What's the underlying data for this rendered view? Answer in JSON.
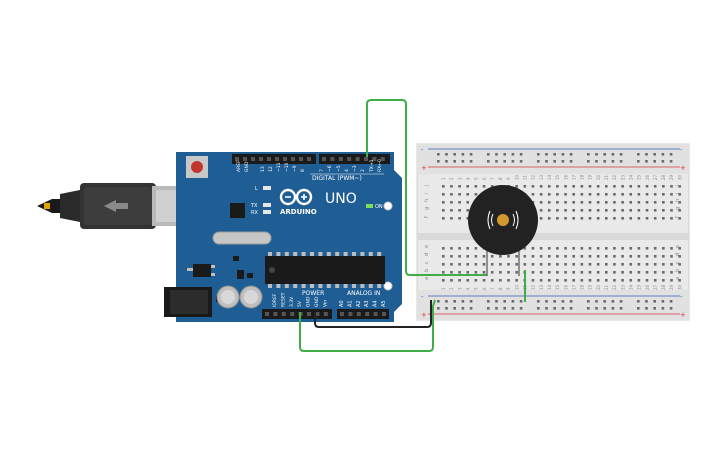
{
  "board": {
    "brand": "ARDUINO",
    "model": "UNO",
    "header_digital": "DIGITAL (PWM~)",
    "header_power": "POWER",
    "header_analog": "ANALOG IN",
    "on_label": "ON",
    "tx_label": "TX",
    "rx_label": "RX",
    "l_label": "L",
    "top_pins": [
      "AREF",
      "GND",
      "13",
      "12",
      "~11",
      "~10",
      "~9",
      "8",
      "7",
      "~6",
      "~5",
      "4",
      "~3",
      "2",
      "TX→1",
      "RX←0"
    ],
    "power_pins": [
      "IOREF",
      "RESET",
      "3.3V",
      "5V",
      "GND",
      "GND",
      "Vin"
    ],
    "analog_pins": [
      "A0",
      "A1",
      "A2",
      "A3",
      "A4",
      "A5"
    ]
  },
  "breadboard": {
    "row_letters_top": [
      "a",
      "b",
      "c",
      "d",
      "e"
    ],
    "row_letters_bottom": [
      "f",
      "g",
      "h",
      "i",
      "j"
    ],
    "column_numbers": [
      "1",
      "2",
      "3",
      "4",
      "5",
      "6",
      "7",
      "8",
      "9",
      "10",
      "11",
      "12",
      "13",
      "14",
      "15",
      "16",
      "17",
      "18",
      "19",
      "20",
      "21",
      "22",
      "23",
      "24",
      "25",
      "26",
      "27",
      "28",
      "29",
      "30"
    ],
    "rail_plus": "+",
    "rail_minus": "-"
  },
  "colors": {
    "board": "#1f5e94",
    "board_dark": "#164a78",
    "breadboard": "#e9e9e9",
    "wire_green": "#3fae49",
    "wire_black": "#222222",
    "rail_red": "#d9363e",
    "rail_blue": "#2f5fb3",
    "buzzer": "#222222"
  }
}
